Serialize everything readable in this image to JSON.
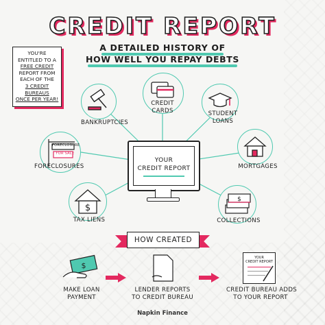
{
  "header": {
    "title": "CREDIT REPORT",
    "subtitle_line1": "A DETAILED HISTORY OF",
    "subtitle_line2": "HOW WELL YOU REPAY DEBTS"
  },
  "note": {
    "line1": "YOU'RE",
    "line2": "ENTITLED TO A",
    "line3": "FREE CREDIT",
    "line4": "REPORT FROM",
    "line5": "EACH OF THE",
    "line6": "3 CREDIT",
    "line7": "BUREAUS",
    "line8": "ONCE PER YEAR!"
  },
  "center": {
    "line1": "YOUR",
    "line2": "CREDIT REPORT"
  },
  "nodes": {
    "bankruptcies": "BANKRUPTCIES",
    "credit_cards_1": "CREDIT",
    "credit_cards_2": "CARDS",
    "student_loans_1": "STUDENT",
    "student_loans_2": "LOANS",
    "foreclosures": "FORECLOSURES",
    "mortgages": "MORTGAGES",
    "tax_liens": "TAX LIENS",
    "collections": "COLLECTIONS",
    "sign_foreclosure": "FORECLOSURE",
    "sign_for_sale": "FOR SALE"
  },
  "how_created": {
    "title": "HOW CREATED",
    "step1_line1": "MAKE LOAN",
    "step1_line2": "PAYMENT",
    "step2_line1": "LENDER REPORTS",
    "step2_line2": "TO CREDIT BUREAU",
    "step3_line1": "CREDIT BUREAU ADDS",
    "step3_line2": "TO YOUR REPORT",
    "doc_line1": "YOUR",
    "doc_line2": "CREDIT REPORT"
  },
  "brand": "Napkin Finance",
  "colors": {
    "teal": "#4fc9b0",
    "pink": "#e3295f",
    "ink": "#1d1d1d"
  }
}
